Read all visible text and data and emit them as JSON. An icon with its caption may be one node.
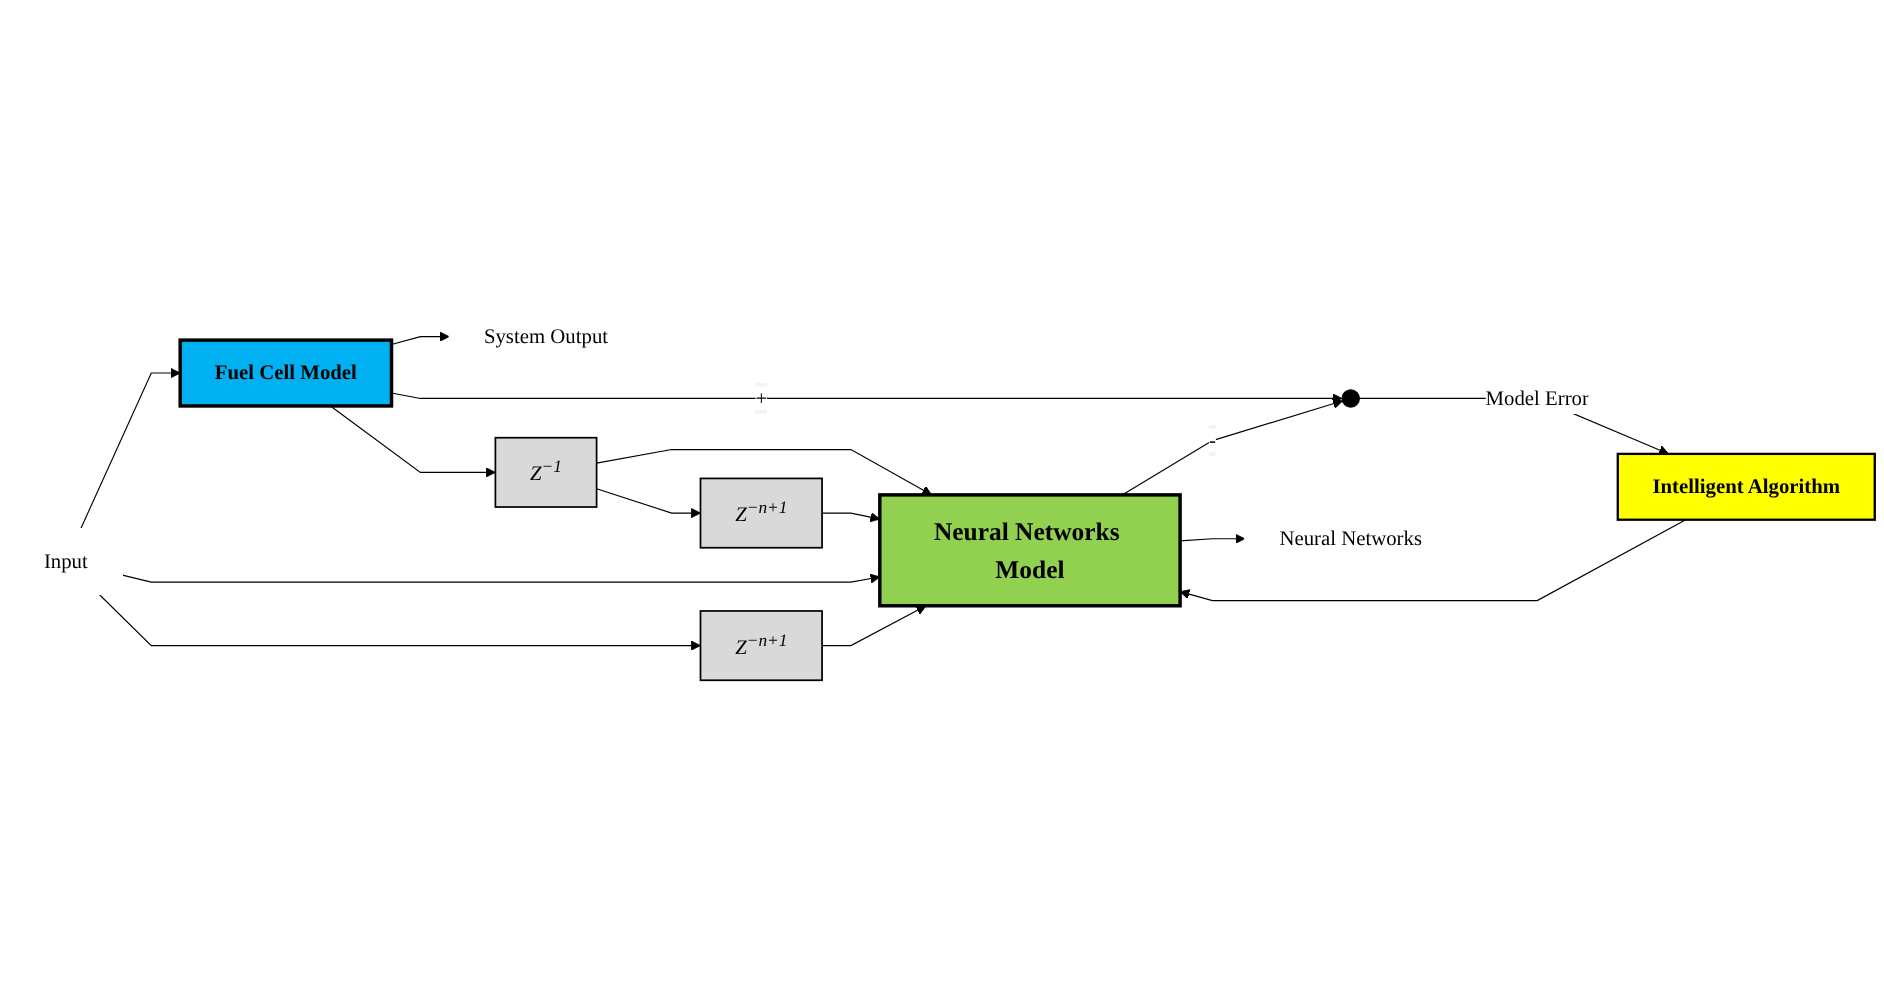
{
  "diagram": {
    "nodes": [
      {
        "text": [
          "Input"
        ]
      },
      {
        "text": [
          "Fuel Cell Model"
        ]
      },
      {
        "text": [
          "System Output"
        ]
      },
      {
        "text": [
          "Z$^{−1}$"
        ]
      },
      {
        "text": [
          "Neural Networks Model"
        ]
      },
      {
        "text": [
          "Z$^{−n+1}$"
        ]
      },
      {
        "text": [
          "Z$^{−n+1}$"
        ]
      },
      {
        "text": [],
        "shape": "circle"
      },
      {
        "text": [
          "Neural Networks"
        ]
      },
      {
        "text": [
          "Intelligent Algorithm"
        ]
      }
    ],
    "edges": [
      {
        "from": 0,
        "to": 1,
        "arrow": "to"
      },
      {
        "from": 1,
        "to": 2,
        "arrow": "to"
      },
      {
        "from": 1,
        "to": 3,
        "arrow": "to"
      },
      {
        "from": 1,
        "to": 7,
        "arrow": "to",
        "label": "+"
      },
      {
        "from": 3,
        "to": 4,
        "arrow": "to"
      },
      {
        "from": 3,
        "to": 5,
        "arrow": "to"
      },
      {
        "from": 5,
        "to": 4,
        "arrow": "to"
      },
      {
        "from": 0,
        "to": 4,
        "arrow": "to"
      },
      {
        "from": 0,
        "to": 6,
        "arrow": "to"
      },
      {
        "from": 6,
        "to": 4,
        "arrow": "to"
      },
      {
        "from": 4,
        "to": 8,
        "arrow": "to"
      },
      {
        "from": 4,
        "to": 7,
        "arrow": "to",
        "label": "-"
      },
      {
        "from": 7,
        "to": 9,
        "arrow": "to",
        "label": "Model Error"
      },
      {
        "from": 9,
        "to": 4,
        "arrow": "to"
      }
    ]
  }
}
